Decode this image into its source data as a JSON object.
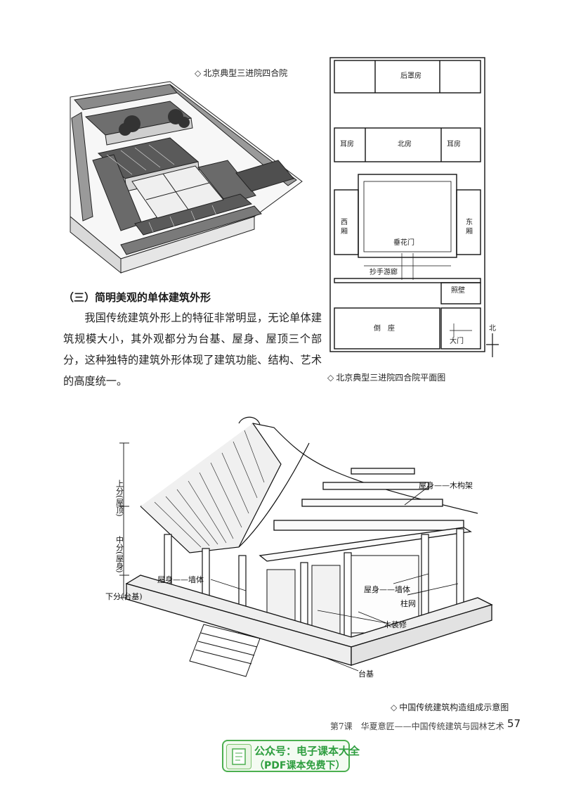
{
  "figures": {
    "aerial_caption": "北京典型三进院四合院",
    "plan_caption": "北京典型三进院四合院平面图",
    "structure_caption": "中国传统建筑构造组成示意图",
    "caption_mark": "◇"
  },
  "plan_labels": {
    "back_room": "后罩房",
    "north_room": "北房",
    "ear_room_left": "耳房",
    "ear_room_right": "耳房",
    "west_wing": "西\n厢",
    "east_wing": "东\n厢",
    "flower_gate": "垂花门",
    "corridor": "抄手游廊",
    "screen_wall": "照壁",
    "south_room": "倒　座",
    "main_gate": "大门",
    "north_arrow": "北"
  },
  "structure_labels": {
    "upper_part": "上分(屋顶)",
    "middle_part": "中分(屋身)",
    "lower_part": "下分(台基)",
    "body_wall_left": "屋身——墙体",
    "body_frame": "屋身——木构架",
    "body_wall_right": "屋身——墙体",
    "column_grid": "柱网",
    "wood_decoration": "木装修",
    "platform": "台基"
  },
  "section": {
    "heading": "（三）简明美观的单体建筑外形",
    "body": "我国传统建筑外形上的特征非常明显，无论单体建筑规模大小，其外观都分为台基、屋身、屋顶三个部分，这种独特的建筑外形体现了建筑功能、结构、艺术的高度统一。"
  },
  "footer": {
    "lesson": "第7课　华夏意匠——中国传统建筑与园林艺术",
    "page": "57"
  },
  "watermark": {
    "line1": "公众号：电子课本大全",
    "line2": "（PDF课本免费下）"
  }
}
